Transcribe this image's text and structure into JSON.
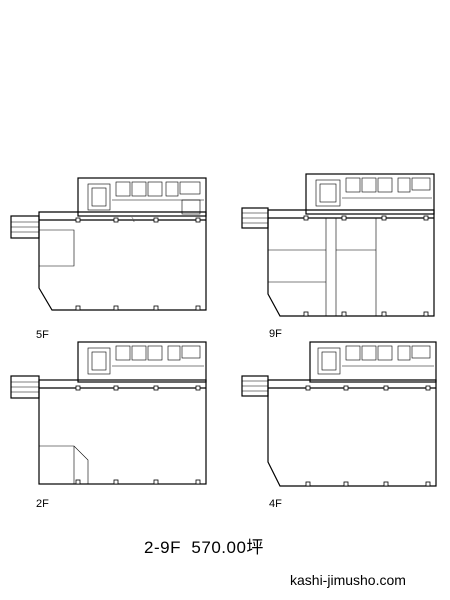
{
  "floors": [
    {
      "id": "5F",
      "label": "5F"
    },
    {
      "id": "9F",
      "label": "9F"
    },
    {
      "id": "2F",
      "label": "2F"
    },
    {
      "id": "4F",
      "label": "4F"
    }
  ],
  "summary": {
    "floors_range": "2-9F",
    "area": "570.00坪"
  },
  "site": "kashi-jimusho.com"
}
